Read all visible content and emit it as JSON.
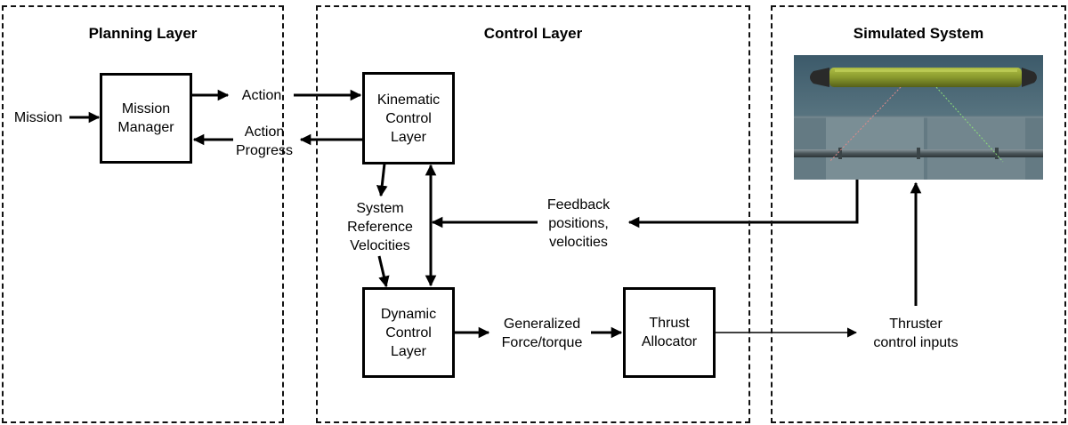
{
  "panels": {
    "planning": "Planning Layer",
    "control": "Control Layer",
    "simulated": "Simulated System"
  },
  "blocks": {
    "mission_manager": [
      "Mission",
      "Manager"
    ],
    "kinematic": [
      "Kinematic",
      "Control",
      "Layer"
    ],
    "dynamic": [
      "Dynamic",
      "Control",
      "Layer"
    ],
    "thrust": [
      "Thrust",
      "Allocator"
    ]
  },
  "labels": {
    "mission": "Mission",
    "action": "Action",
    "action_progress": [
      "Action",
      "Progress"
    ],
    "system_reference": [
      "System",
      "Reference",
      "Velocities"
    ],
    "feedback": [
      "Feedback",
      "positions,",
      "velocities"
    ],
    "generalized": [
      "Generalized",
      "Force/torque"
    ],
    "thruster_inputs": [
      "Thruster",
      "control inputs"
    ]
  },
  "colors": {
    "line": "#000000",
    "water_top": "#3c5a6a",
    "water_bottom": "#6e858f",
    "vehicle_body": "#8a9a2e",
    "vehicle_cap": "#2a2a2a"
  }
}
